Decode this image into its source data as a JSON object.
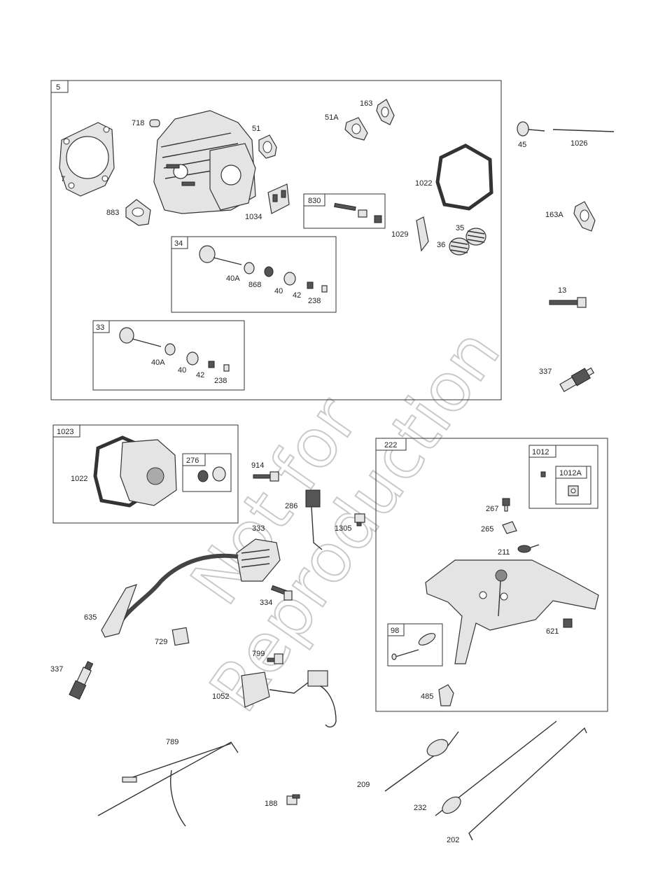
{
  "watermark": {
    "line1": "Not for",
    "line2": "Reproduction"
  },
  "groups": [
    {
      "id": "g5",
      "tab": "5"
    },
    {
      "id": "g830",
      "tab": "830"
    },
    {
      "id": "g34",
      "tab": "34"
    },
    {
      "id": "g33",
      "tab": "33"
    },
    {
      "id": "g1023",
      "tab": "1023"
    },
    {
      "id": "g276",
      "tab": "276"
    },
    {
      "id": "g222",
      "tab": "222"
    },
    {
      "id": "g1012",
      "tab": "1012"
    },
    {
      "id": "g1012A",
      "tab": "1012A"
    },
    {
      "id": "g98",
      "tab": "98"
    }
  ],
  "labels": {
    "p718": "718",
    "p51": "51",
    "p51A": "51A",
    "p163": "163",
    "p7": "7",
    "p883": "883",
    "p1034": "1034",
    "p1022a": "1022",
    "p1029": "1029",
    "p35": "35",
    "p36": "36",
    "p40Aa": "40A",
    "p868": "868",
    "p40a": "40",
    "p42a": "42",
    "p238a": "238",
    "p40Ab": "40A",
    "p40b": "40",
    "p42b": "42",
    "p238b": "238",
    "p45": "45",
    "p1026": "1026",
    "p163A": "163A",
    "p13": "13",
    "p337a": "337",
    "p1022b": "1022",
    "p914": "914",
    "p286": "286",
    "p1305": "1305",
    "p333": "333",
    "p334": "334",
    "p635": "635",
    "p729": "729",
    "p337b": "337",
    "p799": "799",
    "p1052": "1052",
    "p789": "789",
    "p188": "188",
    "p209": "209",
    "p232": "232",
    "p202": "202",
    "p267": "267",
    "p265": "265",
    "p211": "211",
    "p621": "621",
    "p485": "485"
  }
}
